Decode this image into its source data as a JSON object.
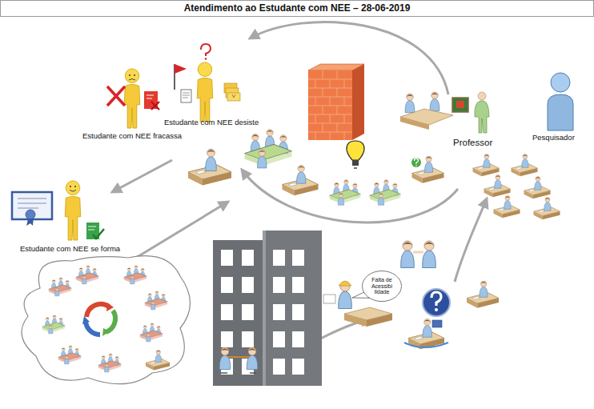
{
  "diagram": {
    "title": "Atendimento ao Estudante com NEE – 28-06-2019",
    "nodes": [
      {
        "text": [
          "Falta de Acessibi lidade"
        ]
      }
    ],
    "labels": [
      "Estudante com NEE desiste",
      "Estudante com NEE fracassa",
      "Pesquisador",
      "Professor",
      "Estudante com NEE se forma"
    ]
  }
}
